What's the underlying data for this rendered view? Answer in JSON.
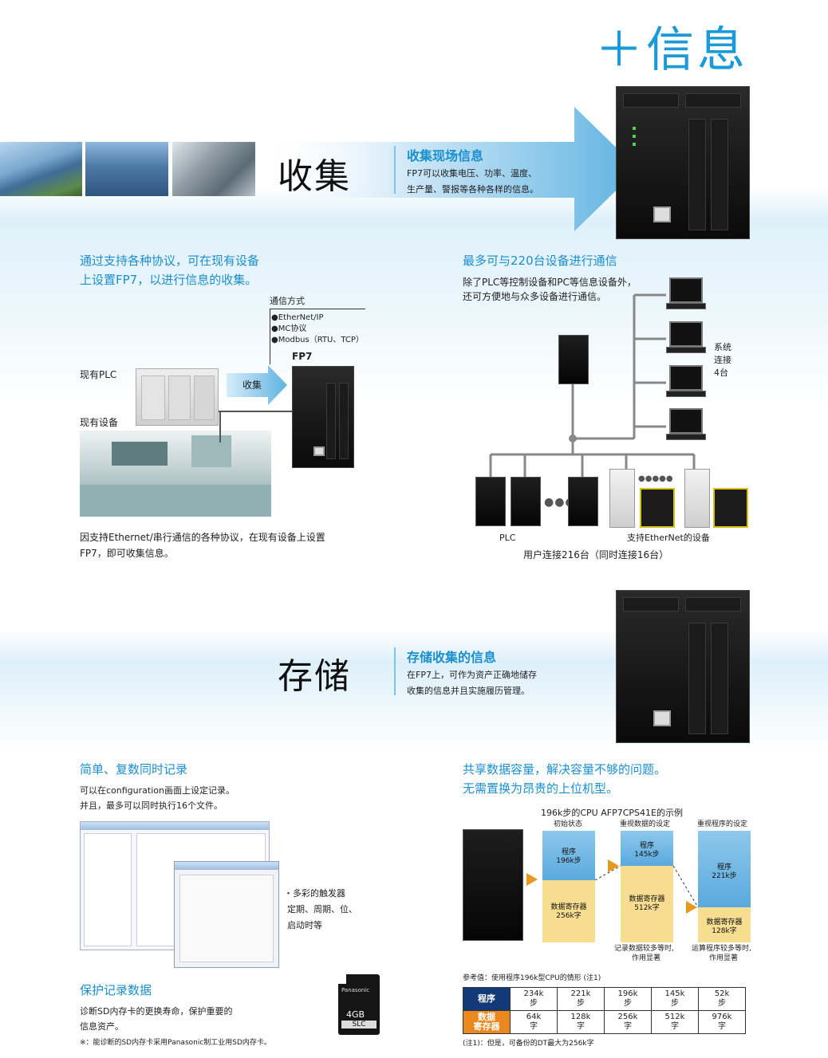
{
  "page_title": "＋信息",
  "collect": {
    "heading": "收集",
    "subtitle": "收集现场信息",
    "desc_line1": "FP7可以收集电压、功率、温度、",
    "desc_line2": "生产量、警报等各种各样的信息。",
    "left": {
      "head_line1": "通过支持各种协议，可在现有设备",
      "head_line2": "上设置FP7，以进行信息的收集。",
      "comm_label": "通信方式",
      "protocols": [
        "●EtherNet/IP",
        "●MC协议",
        "●Modbus（RTU、TCP）"
      ],
      "fp7_label": "FP7",
      "existing_plc": "现有PLC",
      "existing_equipment": "现有设备",
      "arrow_label": "收集",
      "note_line1": "因支持Ethernet/串行通信的各种协议，在现有设备上设置",
      "note_line2": "FP7，即可收集信息。"
    },
    "right": {
      "head": "最多可与220台设备进行通信",
      "text_line1": "除了PLC等控制设备和PC等信息设备外，",
      "text_line2": "还可方便地与众多设备进行通信。",
      "system_label_1": "系统",
      "system_label_2": "连接",
      "system_label_3": "4台",
      "plc_label": "PLC",
      "ethernet_label": "支持EtherNet的设备",
      "footer": "用户连接216台（同时连接16台）"
    }
  },
  "store": {
    "heading": "存储",
    "subtitle": "存储收集的信息",
    "desc_line1": "在FP7上，可作为资产正确地储存",
    "desc_line2": "收集的信息并且实施履历管理。",
    "left": {
      "head": "简单、复数同时记录",
      "text_line1": "可以在configuration画面上设定记录。",
      "text_line2": "并且，最多可以同时执行16个文件。",
      "bullet_line1": "・多彩的触发器",
      "bullet_line2": "定期、周期、位、",
      "bullet_line3": "启动时等",
      "protect_head": "保护记录数据",
      "protect_line1": "诊断SD内存卡的更换寿命，保护重要的",
      "protect_line2": "信息资产。",
      "footnote": "※：能诊断的SD内存卡采用Panasonic制工业用SD内存卡。",
      "sd_brand": "Panasonic",
      "sd_size": "4GB",
      "sd_type": "SLC"
    },
    "right": {
      "head_line1": "共享数据容量，解决容量不够的问题。",
      "head_line2": "无需置换为昂贵的上位机型。",
      "example_title": "196k步的CPU AFP7CPS41E的示例",
      "col1_label": "初始状态",
      "col2_label": "重视数据的设定",
      "col3_label": "重视程序的设定",
      "col1_prog": [
        "程序",
        "196k步"
      ],
      "col1_data": [
        "数据寄存器",
        "256k字"
      ],
      "col2_prog": [
        "程序",
        "145k步"
      ],
      "col2_data": [
        "数据寄存器",
        "512k字"
      ],
      "col3_prog": [
        "程序",
        "221k步"
      ],
      "col3_data": [
        "数据寄存器",
        "128k字"
      ],
      "note2_line1": "记录数据较多等时,",
      "note2_line2": "作用显著",
      "note3_line1": "运算程序较多等时,",
      "note3_line2": "作用显著",
      "ref_title": "参考值：使用程序196k型CPU的情形 (注1)",
      "table": {
        "row1_head": "程序",
        "row1": [
          [
            "234k",
            "步"
          ],
          [
            "221k",
            "步"
          ],
          [
            "196k",
            "步"
          ],
          [
            "145k",
            "步"
          ],
          [
            "52k",
            "步"
          ]
        ],
        "row2_head_1": "数据",
        "row2_head_2": "寄存器",
        "row2": [
          [
            "64k",
            "字"
          ],
          [
            "128k",
            "字"
          ],
          [
            "256k",
            "字"
          ],
          [
            "512k",
            "字"
          ],
          [
            "976k",
            "字"
          ]
        ]
      },
      "table_note": "(注1)：但是，可备份的DT最大为256k字"
    }
  },
  "colors": {
    "accent": "#1a9bd7",
    "navy": "#123a78",
    "orange": "#e8881e"
  }
}
